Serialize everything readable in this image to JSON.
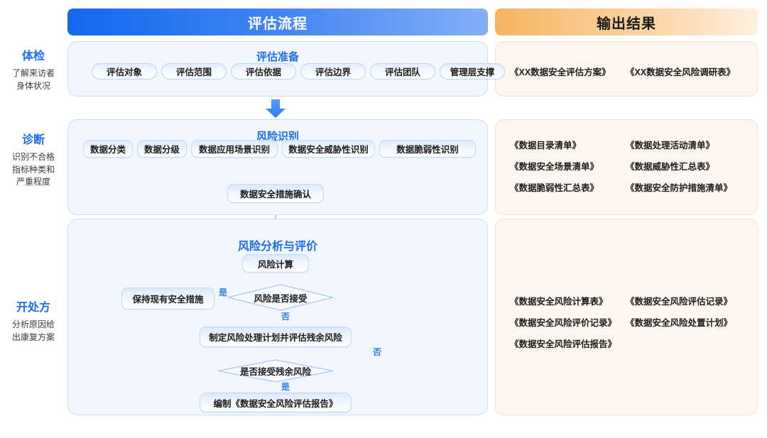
{
  "headers": {
    "flow": "评估流程",
    "output": "输出结果",
    "flow_color": "#1468ef",
    "output_color": "#f6b463"
  },
  "stages": [
    {
      "title": "体检",
      "desc": "了解来访者\n身体状况"
    },
    {
      "title": "诊断",
      "desc": "识别不合格\n指标种类和\n严重程度"
    },
    {
      "title": "开处方",
      "desc": "分析原因给\n出康复方案"
    }
  ],
  "stage_labels": {
    "s0_title": "体检",
    "s0_desc_l1": "了解来访者",
    "s0_desc_l2": "身体状况",
    "s1_title": "诊断",
    "s1_desc_l1": "识别不合格",
    "s1_desc_l2": "指标种类和",
    "s1_desc_l3": "严重程度",
    "s2_title": "开处方",
    "s2_desc_l1": "分析原因给",
    "s2_desc_l2": "出康复方案"
  },
  "section1": {
    "title": "评估准备",
    "pills": [
      "评估对象",
      "评估范围",
      "评估依据",
      "评估边界",
      "评估团队",
      "管理层支撑"
    ]
  },
  "section2": {
    "title": "风险识别",
    "nodes": [
      "数据分类",
      "数据分级",
      "数据应用场景识别",
      "数据安全威胁性识别",
      "数据脆弱性识别"
    ],
    "merge_node": "数据安全措施确认"
  },
  "section3": {
    "title": "风险分析与评价",
    "n_calc": "风险计算",
    "d_accept": "风险是否接受",
    "n_keep": "保持现有安全措施",
    "n_plan": "制定风险处理计划并评估残余风险",
    "d_residual": "是否接受残余风险",
    "n_report": "编制《数据安全风险评估报告》",
    "edge_yes_1": "是",
    "edge_no_1": "否",
    "edge_no_2": "否",
    "edge_yes_2": "是"
  },
  "outputs": {
    "block1": [
      "《XX数据安全评估方案》",
      "《XX数据安全风险调研表》"
    ],
    "block2_col1": [
      "《数据目录清单》",
      "《数据安全场景清单》",
      "《数据脆弱性汇总表》"
    ],
    "block2_col2": [
      "《数据处理活动清单》",
      "《数据威胁性汇总表》",
      "《数据安全防护措施清单》"
    ],
    "block3_col1": [
      "《数据安全风险计算表》",
      "《数据安全风险评价记录》",
      "《数据安全风险评估报告》"
    ],
    "block3_col2": [
      "《数据安全风险评估记录》",
      "《数据安全风险处置计划》"
    ]
  }
}
